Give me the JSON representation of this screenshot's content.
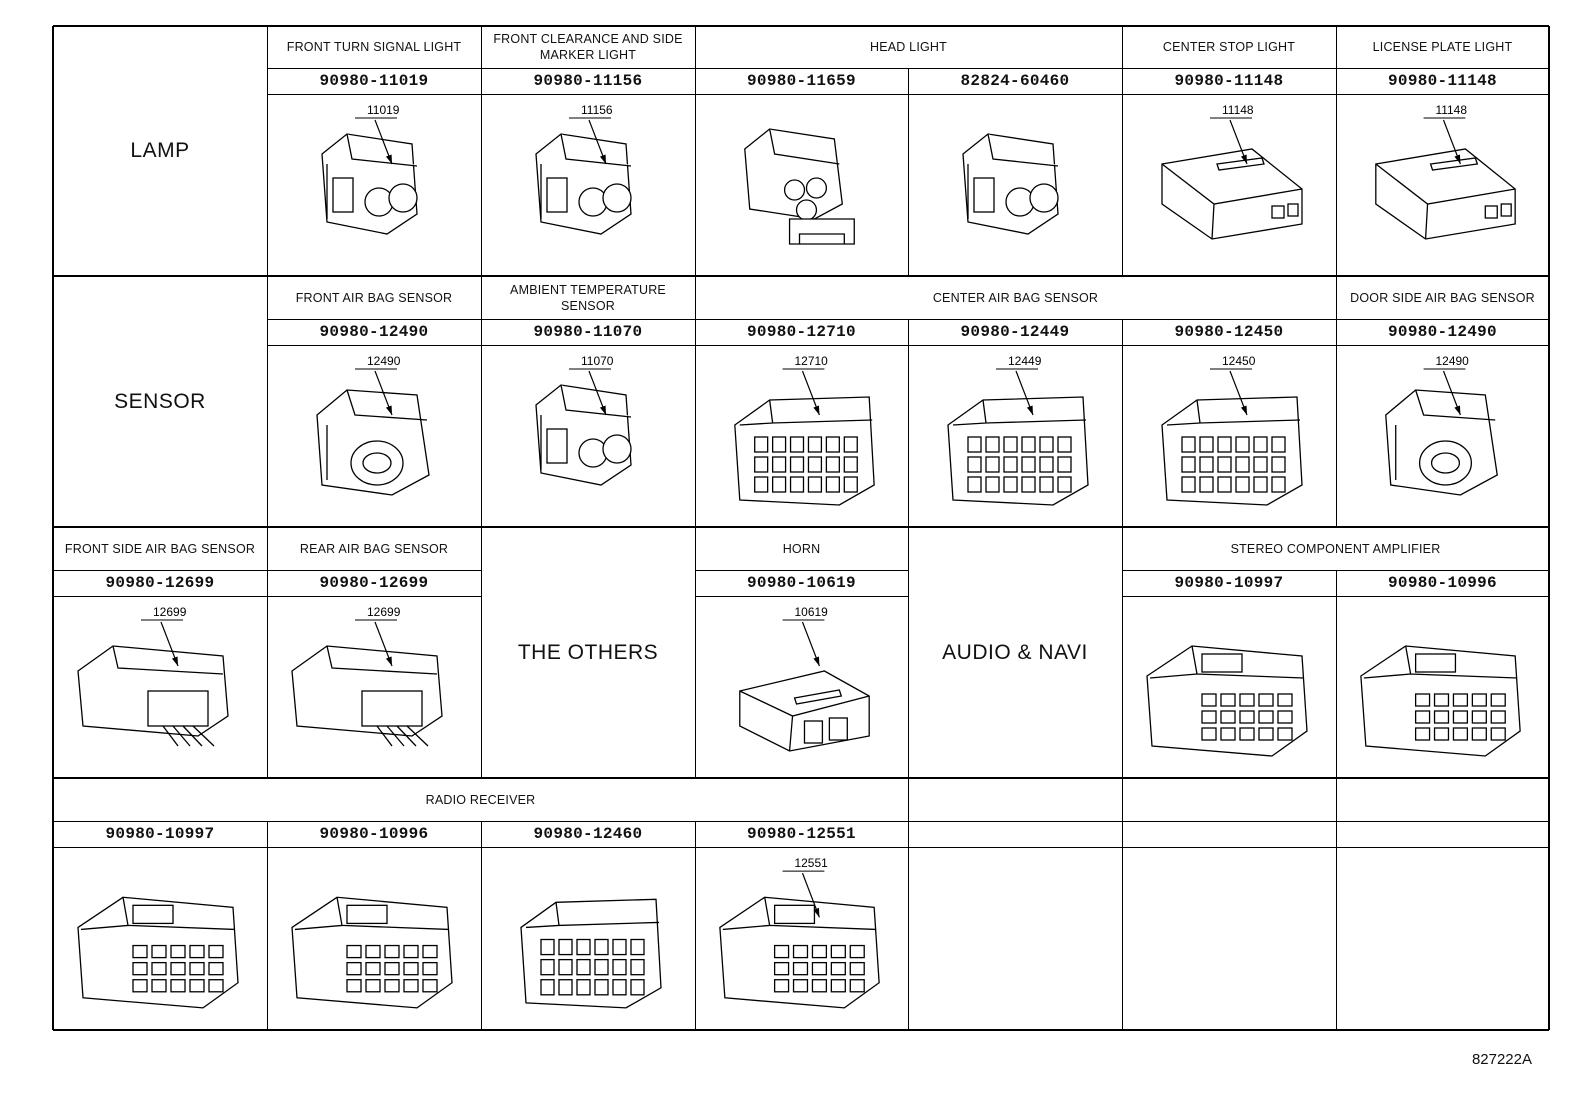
{
  "rows": [
    {
      "category": "LAMP",
      "items": [
        {
          "header": "FRONT TURN SIGNAL LIGHT",
          "part": "90980-11019",
          "callout": "11019",
          "icon": "2-pin-round-connector"
        },
        {
          "header": "FRONT CLEARANCE AND SIDE MARKER LIGHT",
          "part": "90980-11156",
          "callout": "11156",
          "icon": "2-pin-round-connector"
        },
        {
          "header": "HEAD LIGHT",
          "part": "90980-11659",
          "callout": "",
          "icon": "3-pin-connector"
        },
        {
          "header": "",
          "part": "82824-60460",
          "callout": "",
          "icon": "2-pin-round-connector"
        },
        {
          "header": "CENTER STOP LIGHT",
          "part": "90980-11148",
          "callout": "11148",
          "icon": "flat-connector"
        },
        {
          "header": "LICENSE PLATE LIGHT",
          "part": "90980-11148",
          "callout": "11148",
          "icon": "flat-connector"
        }
      ]
    },
    {
      "category": "SENSOR",
      "items": [
        {
          "header": "FRONT AIR BAG SENSOR",
          "part": "90980-12490",
          "callout": "12490",
          "icon": "airbag-connector"
        },
        {
          "header": "AMBIENT TEMPERATURE SENSOR",
          "part": "90980-11070",
          "callout": "11070",
          "icon": "2-pin-round-connector"
        },
        {
          "header": "CENTER AIR BAG SENSOR",
          "part": "90980-12710",
          "callout": "12710",
          "icon": "multi-pin-connector"
        },
        {
          "header": "",
          "part": "90980-12449",
          "callout": "12449",
          "icon": "multi-pin-connector"
        },
        {
          "header": "",
          "part": "90980-12450",
          "callout": "12450",
          "icon": "multi-pin-connector"
        },
        {
          "header": "DOOR SIDE AIR BAG SENSOR",
          "part": "90980-12490",
          "callout": "12490",
          "icon": "airbag-connector"
        }
      ]
    },
    {
      "category": "",
      "items": [
        {
          "header": "FRONT SIDE AIR BAG SENSOR",
          "part": "90980-12699",
          "callout": "12699",
          "icon": "side-airbag-connector"
        },
        {
          "header": "REAR AIR BAG SENSOR",
          "part": "90980-12699",
          "callout": "12699",
          "icon": "side-airbag-connector"
        },
        {
          "header": "THE OTHERS",
          "part": "",
          "callout": "",
          "icon": ""
        },
        {
          "header": "HORN",
          "part": "90980-10619",
          "callout": "10619",
          "icon": "horn-connector"
        },
        {
          "header": "AUDIO & NAVI",
          "part": "",
          "callout": "",
          "icon": ""
        },
        {
          "header": "STEREO COMPONENT AMPLIFIER",
          "part": "90980-10997",
          "callout": "",
          "icon": "audio-connector"
        },
        {
          "header": "",
          "part": "90980-10996",
          "callout": "",
          "icon": "audio-connector"
        }
      ]
    },
    {
      "category": "",
      "items": [
        {
          "header": "RADIO RECEIVER",
          "part": "90980-10997",
          "callout": "",
          "icon": "audio-connector"
        },
        {
          "header": "",
          "part": "90980-10996",
          "callout": "",
          "icon": "audio-connector"
        },
        {
          "header": "",
          "part": "90980-12460",
          "callout": "",
          "icon": "multi-pin-connector"
        },
        {
          "header": "",
          "part": "90980-12551",
          "callout": "12551",
          "icon": "audio-connector"
        }
      ]
    }
  ],
  "figure_id": "827222A"
}
